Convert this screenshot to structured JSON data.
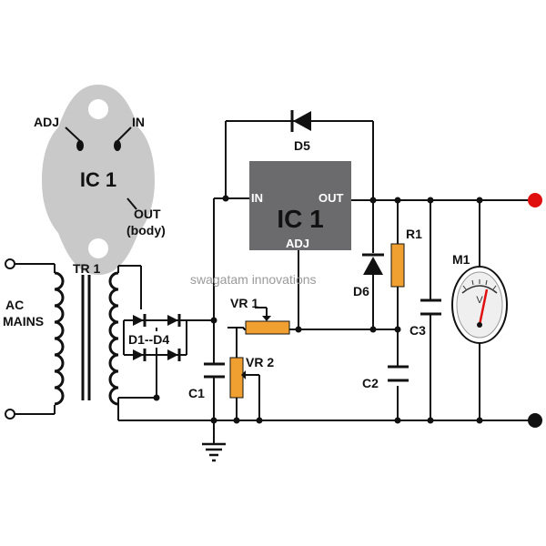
{
  "package": {
    "adj": "ADJ",
    "in": "IN",
    "name": "IC 1",
    "out": "OUT",
    "out_note": "(body)"
  },
  "transformer": {
    "name": "TR 1",
    "input_line1": "AC",
    "input_line2": "MAINS"
  },
  "bridge": {
    "name": "D1--D4"
  },
  "regulator": {
    "name": "IC 1",
    "in_pin": "IN",
    "out_pin": "OUT",
    "adj_pin": "ADJ"
  },
  "components": {
    "c1": "C1",
    "c2": "C2",
    "c3": "C3",
    "d5": "D5",
    "d6": "D6",
    "r1": "R1",
    "vr1": "VR 1",
    "vr2": "VR 2",
    "m1": "M1",
    "meter_symbol": "V"
  },
  "watermark": "swagatam innovations",
  "colors": {
    "ic_body": "#6b6a6d",
    "package": "#c9c9c9",
    "resistor": "#f0a030",
    "positive_terminal": "#e01010",
    "negative_terminal": "#111111",
    "meter_needle": "#e01010"
  }
}
